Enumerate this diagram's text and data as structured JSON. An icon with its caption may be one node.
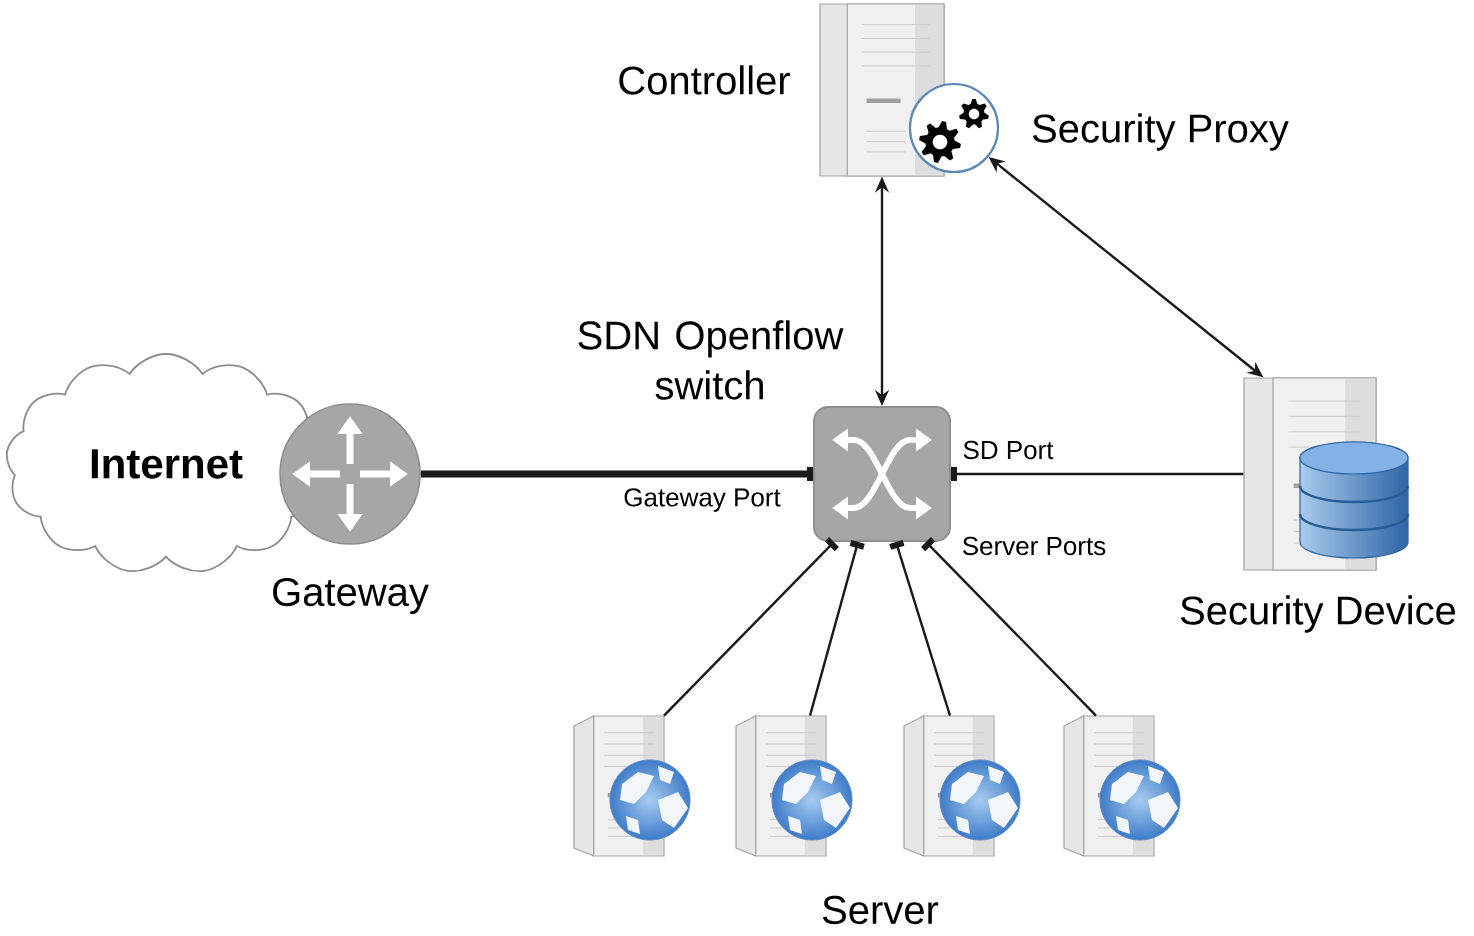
{
  "diagram": {
    "nodes": [
      {
        "text": [
          "Internet"
        ]
      },
      {
        "text": [
          "Gateway"
        ]
      },
      {
        "text": [
          "Controller"
        ]
      },
      {
        "text": [
          "Security Proxy"
        ]
      },
      {
        "text": [
          "SDN Openflow switch"
        ],
        "beside": [
          "Gateway Port",
          "SD Port",
          "Server Ports"
        ]
      },
      {
        "text": [
          "Security Device"
        ]
      },
      {
        "text": [],
        "shape": "picture"
      },
      {
        "text": [],
        "shape": "picture"
      },
      {
        "text": [],
        "shape": "picture"
      },
      {
        "text": [],
        "shape": "picture"
      }
    ],
    "edges": [
      {
        "from": 1,
        "to": 4,
        "arrow": "other",
        "style": "thick"
      },
      {
        "from": 2,
        "to": 4,
        "arrow": "both"
      },
      {
        "from": 3,
        "to": 5,
        "arrow": "both"
      },
      {
        "from": 5,
        "to": 4,
        "arrow": "other"
      },
      {
        "from": 6,
        "to": 4,
        "arrow": "other"
      },
      {
        "from": 7,
        "to": 4,
        "arrow": "other"
      },
      {
        "from": 8,
        "to": 4,
        "arrow": "other"
      },
      {
        "from": 9,
        "to": 4,
        "arrow": "other"
      }
    ],
    "labels": [
      "Server"
    ]
  }
}
